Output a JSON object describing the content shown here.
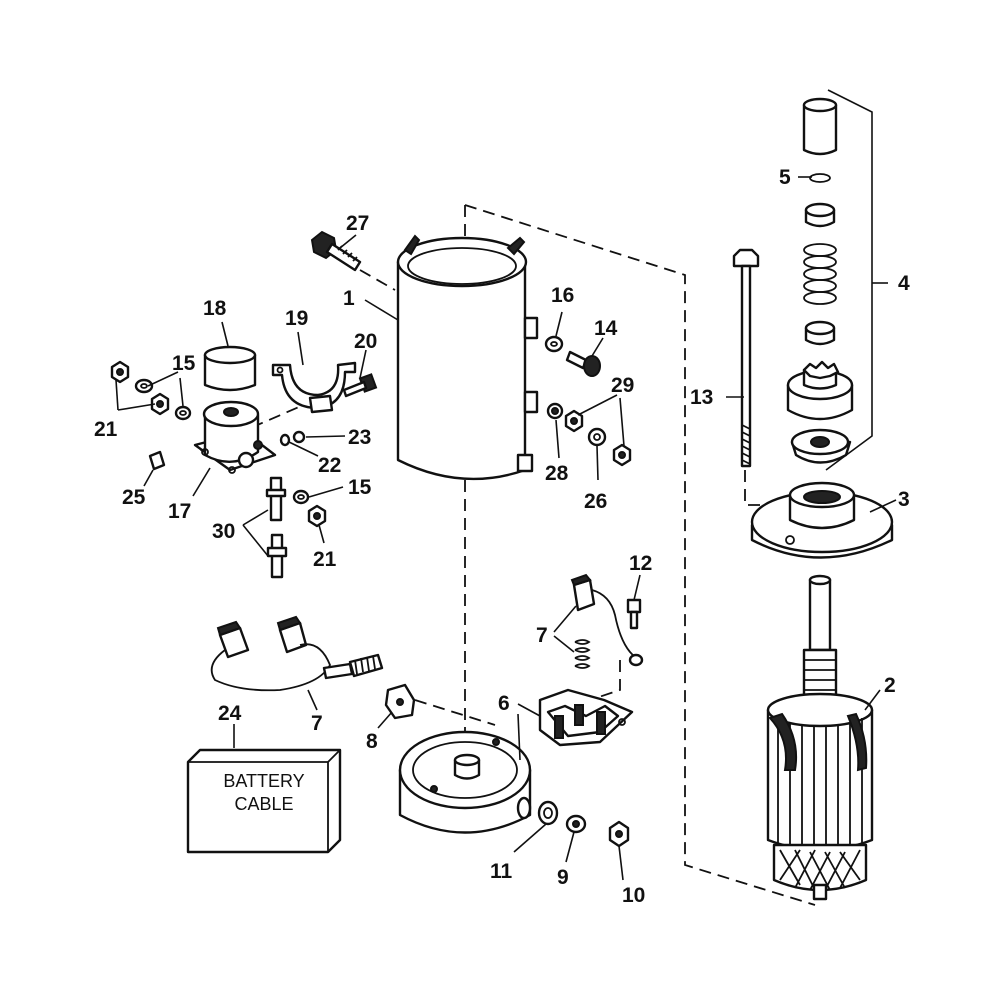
{
  "callouts": {
    "c1": "1",
    "c2": "2",
    "c3": "3",
    "c4": "4",
    "c5": "5",
    "c6": "6",
    "c7a": "7",
    "c7b": "7",
    "c8": "8",
    "c9": "9",
    "c10": "10",
    "c11": "11",
    "c12": "12",
    "c13": "13",
    "c14": "14",
    "c15a": "15",
    "c15b": "15",
    "c16": "16",
    "c17": "17",
    "c18": "18",
    "c19": "19",
    "c20": "20",
    "c21a": "21",
    "c21b": "21",
    "c22": "22",
    "c23": "23",
    "c24": "24",
    "c25": "25",
    "c26": "26",
    "c27": "27",
    "c28": "28",
    "c29": "29",
    "c30": "30"
  },
  "battery_box": {
    "line1": "BATTERY",
    "line2": "CABLE"
  }
}
